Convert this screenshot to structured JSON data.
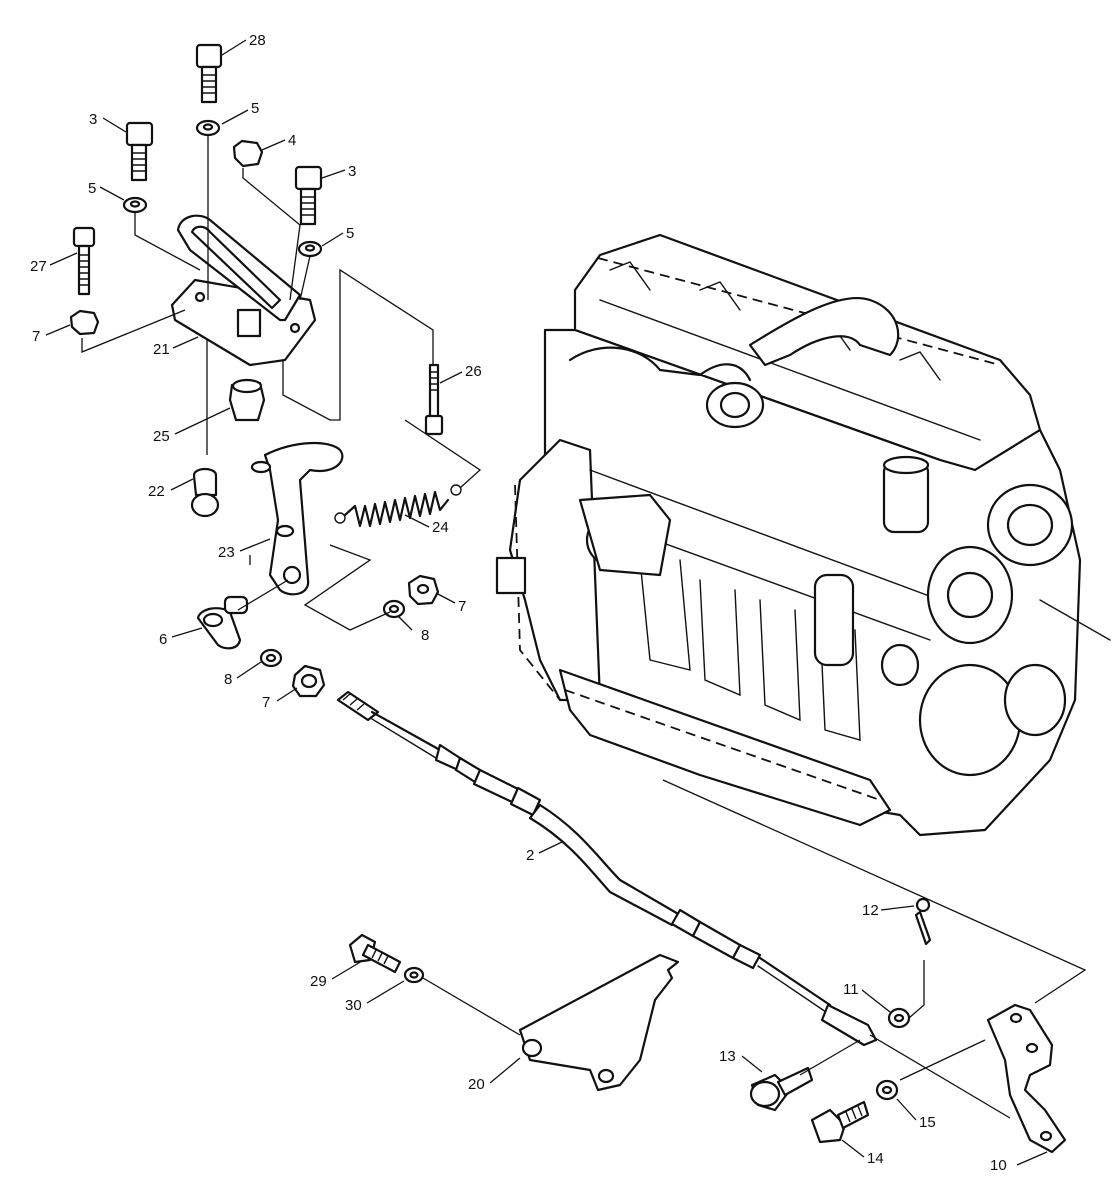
{
  "callouts": {
    "c28": "28",
    "c5a": "5",
    "c3a": "3",
    "c4": "4",
    "c3b": "3",
    "c5b": "5",
    "c5c": "5",
    "c27": "27",
    "c7a": "7",
    "c21": "21",
    "c26": "26",
    "c25": "25",
    "c22": "22",
    "c24": "24",
    "c23": "23",
    "c6": "6",
    "c7b": "7",
    "c8a": "8",
    "c8b": "8",
    "c7c": "7",
    "c2": "2",
    "c12": "12",
    "c11": "11",
    "c29": "29",
    "c30": "30",
    "c20": "20",
    "c13": "13",
    "c15": "15",
    "c14": "14",
    "c10": "10"
  },
  "colors": {
    "line": "#111111",
    "background": "#ffffff"
  }
}
